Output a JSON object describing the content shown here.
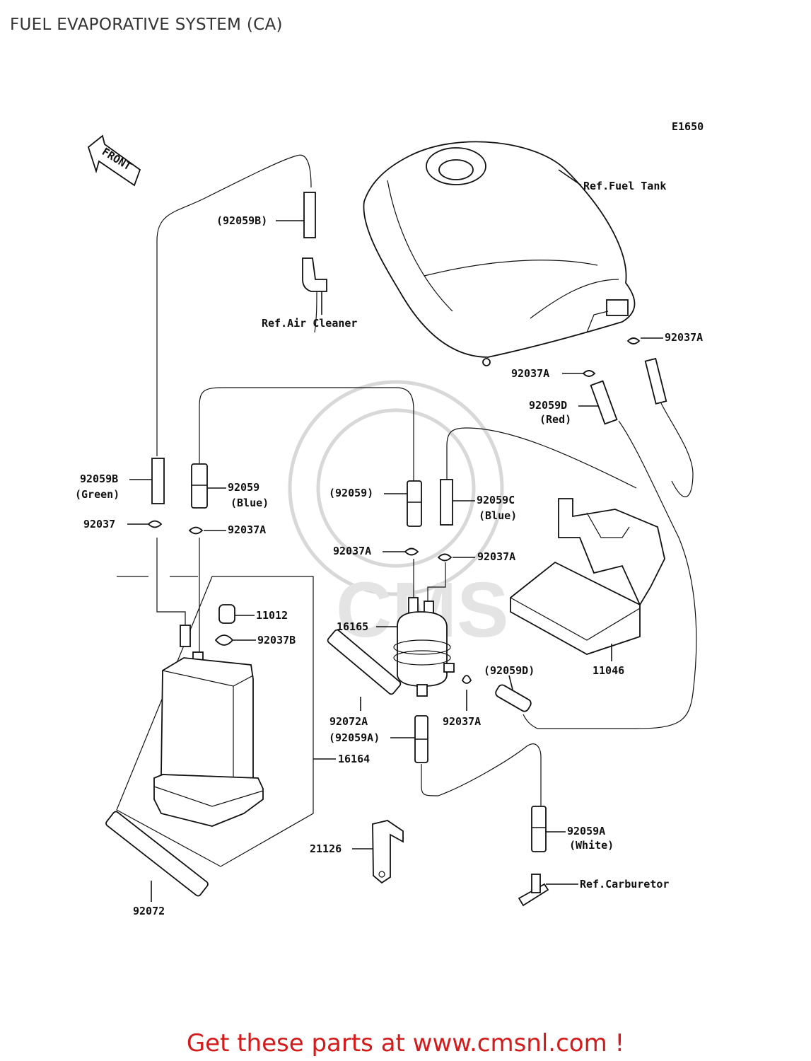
{
  "title": "FUEL EVAPORATIVE SYSTEM (CA)",
  "diagram_code": "E1650",
  "front_arrow": "FRONT",
  "labels": {
    "ref_fuel_tank": "Ref.Fuel Tank",
    "p92059B_top": "(92059B)",
    "ref_air_cleaner": "Ref.Air Cleaner",
    "p92037A_tank": "92037A",
    "p92037A_mid": "92037A",
    "p92059D": "92059D",
    "red": "(Red)",
    "p92059B_left": "92059B",
    "green": "(Green)",
    "p92059_left": "92059",
    "blue_left": "(Blue)",
    "p92059_paren": "(92059)",
    "p92059C": "92059C",
    "blue_right": "(Blue)",
    "p92037": "92037",
    "p92037A_left": "92037A",
    "p92037A_c1": "92037A",
    "p92037A_c2": "92037A",
    "p11012": "11012",
    "p16165": "16165",
    "p92037B": "92037B",
    "p11046": "11046",
    "p92059D_paren": "(92059D)",
    "p92072A": "92072A",
    "p92037A_low": "92037A",
    "p92059A_paren": "(92059A)",
    "p16164": "16164",
    "p92059A": "92059A",
    "white": "(White)",
    "p21126": "21126",
    "ref_carb": "Ref.Carburetor",
    "p92072": "92072"
  },
  "watermark": "CMS",
  "promo": "Get these parts at www.cmsnl.com !"
}
